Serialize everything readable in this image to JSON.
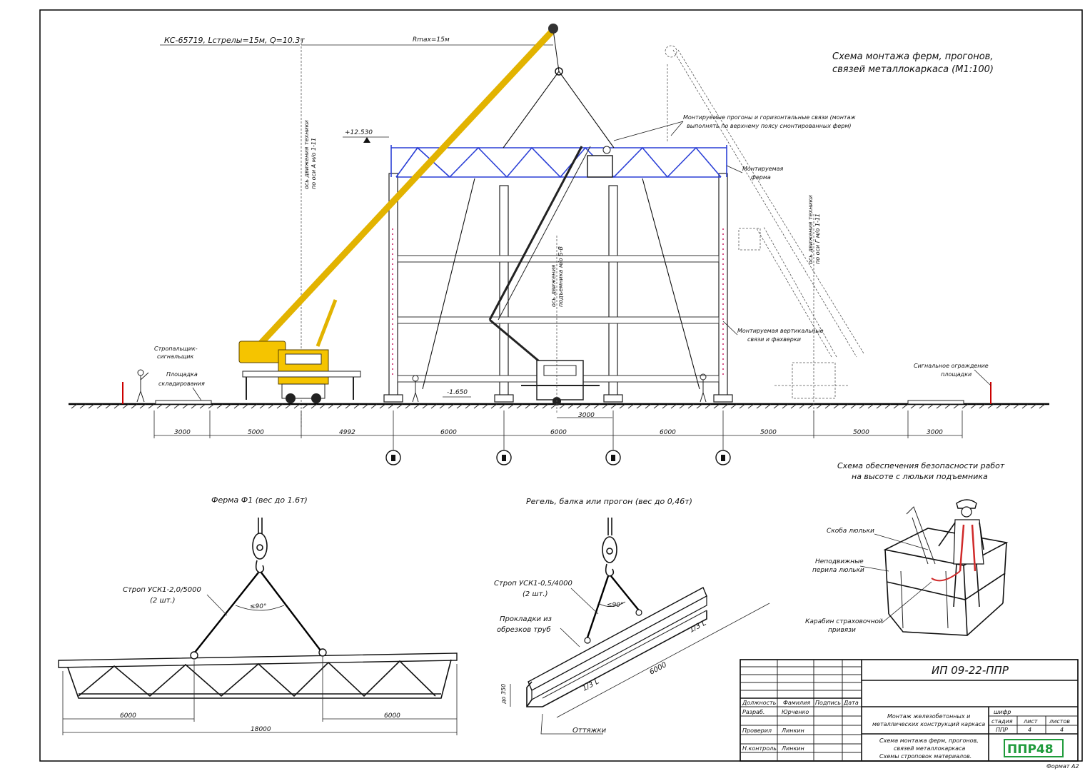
{
  "main_scheme": {
    "title_line1": "Схема монтажа ферм, прогонов,",
    "title_line2": "связей металлокаркаса (М1:100)",
    "crane_spec": "КС-65719, Lстрелы=15м, Q=10.3т",
    "rmax": "Rmax=15м",
    "elevation_top": "+12.530",
    "elevation_bottom": "-1.650",
    "axis_crane_line1": "ось движения техники",
    "axis_crane_line2": "по оси А м/о 1-11",
    "axis_lift_line1": "ось движения",
    "axis_lift_line2": "подъемника м/о Б-В",
    "axis_right_line1": "ось движения техники",
    "axis_right_line2": "по оси Г м/о 1-11",
    "callouts": {
      "purlins_line1": "Монтируемые прогоны и горизонтальные связи (монтаж",
      "purlins_line2": "выполнять по верхнему поясу смонтированных ферм)",
      "truss_line1": "Монтируемая",
      "truss_line2": "ферма",
      "vertical_line1": "Монтируемая вертикальные",
      "vertical_line2": "связи и фахверки",
      "slinger_line1": "Стропальщик-",
      "slinger_line2": "сигнальщик",
      "storage_line1": "Площадка",
      "storage_line2": "складирования",
      "fence_line1": "Сигнальное ограждение",
      "fence_line2": "площадки"
    },
    "dims": [
      "3000",
      "5000",
      "4992",
      "6000",
      "6000",
      "6000",
      "5000",
      "5000",
      "3000"
    ],
    "dim_lift": "3000"
  },
  "truss_sling": {
    "title": "Ферма Ф1 (вес до 1.6т)",
    "sling_line1": "Строп УСК1-2,0/5000",
    "sling_line2": "(2 шт.)",
    "angle": "≤90°",
    "dim_left": "6000",
    "dim_right": "6000",
    "dim_total": "18000"
  },
  "beam_sling": {
    "title": "Регель, балка или прогон (вес до 0,46т)",
    "sling_line1": "Строп УСК1-0,5/4000",
    "sling_line2": "(2 шт.)",
    "angle": "≤90°",
    "pads_line1": "Прокладки из",
    "pads_line2": "обрезков труб",
    "third_top": "1/3 L",
    "third_bottom": "1/3 L",
    "length": "6000",
    "height": "до 350",
    "guys": "Оттяжки"
  },
  "safety": {
    "title_line1": "Схема обеспечения безопасности работ",
    "title_line2": "на высоте с люльки подъемника",
    "bracket": "Скоба люльки",
    "rail_line1": "Неподвижные",
    "rail_line2": "перила люльки",
    "carabiner_line1": "Карабин страховочной",
    "carabiner_line2": "привязи"
  },
  "title_block": {
    "code": "ИП 09-22-ППР",
    "headers": [
      "Должность",
      "Фамилия",
      "Подпись",
      "Дата"
    ],
    "rows": [
      {
        "role": "Разраб.",
        "name": "Юрченко"
      },
      {
        "role": "Проверил",
        "name": "Линкин"
      },
      {
        "role": "Н.контроль",
        "name": "Линкин"
      }
    ],
    "project_line1": "Монтаж железобетонных и",
    "project_line2": "металлических конструкций каркаса",
    "cipher": "шифр",
    "stage_header": "стадия",
    "sheet_header": "лист",
    "sheets_header": "листов",
    "stage": "ППР",
    "sheet": "4",
    "sheets": "4",
    "drawing_line1": "Схема монтажа ферм, прогонов,",
    "drawing_line2": "связей металлокаркаса",
    "drawing_line3": "Схемы строповок материалов.",
    "logo": "ППР48",
    "format": "Формат А2"
  },
  "colors": {
    "crane": "#f5c400",
    "truss": "#2a3fd6",
    "logo_bg": "#1f9b3b"
  }
}
